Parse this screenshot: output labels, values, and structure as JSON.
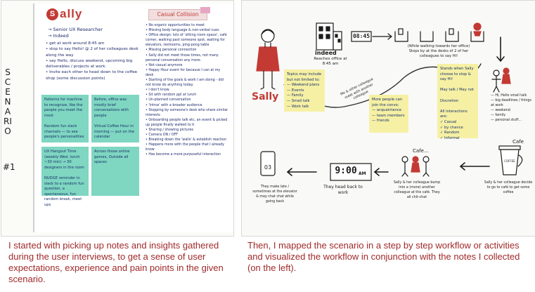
{
  "left": {
    "side_label_1": "SCENARIO",
    "side_label_2": "#1",
    "persona_initial": "S",
    "persona_name": "ally",
    "role": "→ Senior UX Researcher",
    "company": "→ Indeed",
    "notes": "• get at work around 8:45 am\n• stop to say Hello! @ 2 of her colleagues desk along the way\n• say Hello, discuss weekend, upcoming big deliverables / projects at work.\n• Invite each other to head down to the coffee shop (some discussion points)",
    "casual_title": "Casual Collision",
    "casual_notes": "• No organic opportunities to meet\n• Missing body language & non-verbal cues\n• Office design: lots of 'sitting room space', café corner, walking past someone spot, waiting for elevators, restrooms, ping-pong table\n• Missing personal connection\n• Sally did not meet those times, not many personal conversation any more.\n• Not casual anymore\n• Happy Hour event for because I can at my desk\n• Starting of the goals & work I am doing - did not know do anything today.\n• I don't know\n• Sit with random ppl at lunch\n• Un-planned conversation\n• 'Intros' with a broader audience\n• Stopping by someone's desk who share similar interests\n• Onboarding people talk etc, an event & picked up people finally walked to it\n• Sharing / showing pictures\n• Camera ON / OFF\n• Breaking down the 'walls' & establish reaction\n• Happens more with the people that I already know\n• Has become a more purposeful interaction",
    "sticky_green_1": "Patterns for machine to recognize, like the people you meet the most\n\nRandom fun slack channels — to see people's personalities",
    "sticky_green_2": "Before, office was mostly brief conversations with people\n\nVirtual Coffee Hour in morning — put on the calendar",
    "sticky_green_3": "UX Hangout Time (weekly Wed. lunch ~30 min) → 30 designers in the room\n\nNUDGE reminder in slack to a random fun question, a spontaneous, fun random break, meet ups",
    "sticky_green_4": "Across those online games, Outside all spaces"
  },
  "right": {
    "persona_name": "Sally",
    "indeed_label": "indeed",
    "reaches_office": "Reaches office at 8:45 am",
    "clock_1": "08:45",
    "desk_note": "(While walking towards her office)\nStops by at the desks of 2 of her colleagues to say Hi!",
    "sticky_topics": "Topics may include but not limited to:\n— Weekend plans\n— Events\n— Family\n— Small talk\n— Work talk",
    "sticky_more": "More people can join the convo:\n— acquaintance\n— team members\n— friends",
    "sticky_colleague": "Stands when Sally choose to stop & say Hi!\n\nMay talk / May not\n\nDiscretion\n\nAll interactions are:\n✓ Casual\n✓ by chance\n✓ Random\n✓ Informal",
    "path_note": "Mo & other colleague meet with another colleague",
    "side_list": "— Hi, Hello small talk\n— big deadlines / things at work\n— weekend\n— family\n— personal stuff...",
    "cafe_label": "Cafe",
    "cafe_label_2": "Cafe...",
    "cup_label": "COFFEE",
    "clock_2": "9:00",
    "clock_2_suffix": "AM",
    "phone_number": "03",
    "caption_phone": "They make late / sometimes at the elevator & may chat chat while going back",
    "caption_clock": "They head back to work",
    "caption_meet": "Sally & her colleague bump into a (more) another colleague at the café. They all chit-chat",
    "caption_cafe": "Sally & her colleague decide to go to café to get some coffee"
  },
  "captions": {
    "left": "I started with picking up notes and insights gathered during the user interviews, to get a sense of user expectations, experience and pain points in the given scenario.",
    "right": "Then, I mapped the scenario in a step by step workflow or activities and visualized the workflow in conjunction with the notes I collected (on the left)."
  },
  "colors": {
    "caption": "#a02a2a",
    "ink": "#1e2a6b",
    "sticky_yellow": "#f6f0a4",
    "sticky_green": "#7fd6c1",
    "persona_red": "#c33a35"
  }
}
